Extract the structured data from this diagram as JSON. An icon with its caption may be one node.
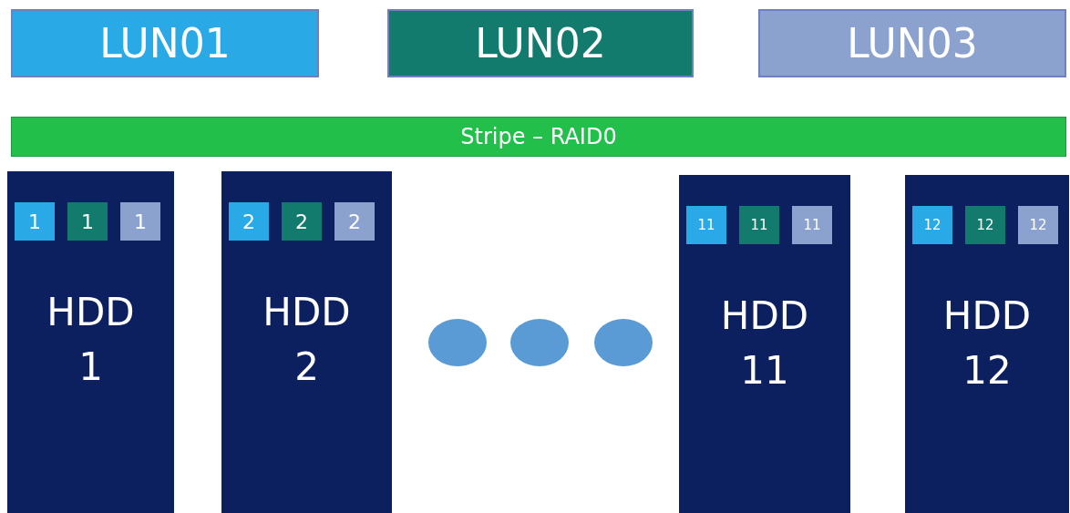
{
  "diagram": {
    "nodes": [
      {
        "text": [
          "LUN01"
        ]
      },
      {
        "text": [
          "LUN02"
        ]
      },
      {
        "text": [
          "LUN03"
        ]
      },
      {
        "text": [
          "Stripe – RAID0"
        ]
      },
      {
        "text": [
          "HDD 1"
        ]
      },
      {
        "text": [
          "1"
        ],
        "in": 4
      },
      {
        "text": [
          "1"
        ],
        "in": 4
      },
      {
        "text": [
          "1"
        ],
        "in": 4
      },
      {
        "text": [
          "HDD 2"
        ]
      },
      {
        "text": [
          "2"
        ],
        "in": 8
      },
      {
        "text": [
          "2"
        ],
        "in": 8
      },
      {
        "text": [
          "2"
        ],
        "in": 8
      },
      {
        "text": [
          "HDD 11"
        ]
      },
      {
        "text": [
          "11"
        ],
        "in": 12
      },
      {
        "text": [
          "11"
        ],
        "in": 12
      },
      {
        "text": [
          "11"
        ],
        "in": 12
      },
      {
        "text": [
          "HDD 12"
        ]
      },
      {
        "text": [
          "12"
        ],
        "in": 16
      },
      {
        "text": [
          "12"
        ],
        "in": 16
      },
      {
        "text": [
          "12"
        ],
        "in": 16
      }
    ]
  }
}
